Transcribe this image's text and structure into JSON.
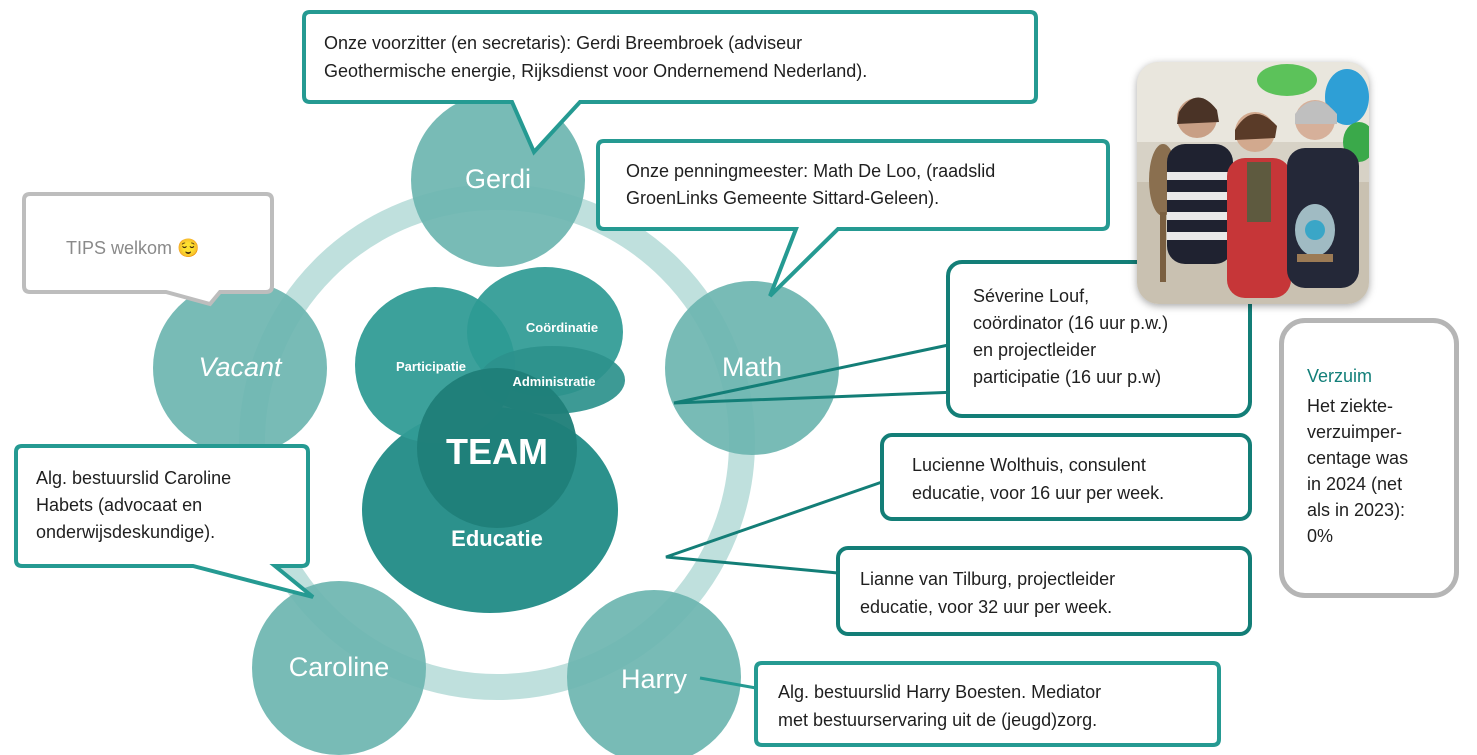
{
  "circles": {
    "gerdi": "Gerdi",
    "math": "Math",
    "harry": "Harry",
    "caroline": "Caroline",
    "vacant": "Vacant"
  },
  "team": {
    "participatie": "Participatie",
    "coordinatie": "Coördinatie",
    "administratie": "Administratie",
    "team": "TEAM",
    "educatie": "Educatie"
  },
  "callouts": {
    "gerdi": [
      "Onze voorzitter (en secretaris): Gerdi Breembroek (adviseur",
      "Geothermische energie, Rijksdienst voor Ondernemend Nederland)."
    ],
    "math": [
      "Onze penningmeester: Math De Loo, (raadslid",
      "GroenLinks Gemeente Sittard-Geleen)."
    ],
    "tips": "TIPS welkom 😌",
    "severine": [
      "Séverine Louf,",
      "coördinator (16 uur p.w.)",
      "en projectleider",
      "participatie (16 uur p.w)"
    ],
    "lucienne": [
      "Lucienne Wolthuis, consulent",
      "educatie, voor 16 uur per week."
    ],
    "lianne": [
      "Lianne van Tilburg, projectleider",
      "educatie, voor 32 uur per week."
    ],
    "caroline": [
      "Alg. bestuurslid Caroline",
      "Habets (advocaat en",
      "onderwijsdeskundige)."
    ],
    "harry": [
      "Alg. bestuurslid Harry Boesten. Mediator",
      "met bestuurservaring uit de (jeugd)zorg."
    ]
  },
  "verzuim": {
    "title": "Verzuim",
    "lines": [
      "Het ziekte-",
      "verzuimper-",
      "centage was",
      "in 2024 (net",
      "als in 2023):",
      "0%"
    ]
  },
  "colors": {
    "teal": "#6db5b0",
    "team_dark": "#2b8f8a",
    "border": "#259a92",
    "border_dark": "#137e77",
    "grey": "#b5b5b5",
    "heading": "#127f79"
  }
}
